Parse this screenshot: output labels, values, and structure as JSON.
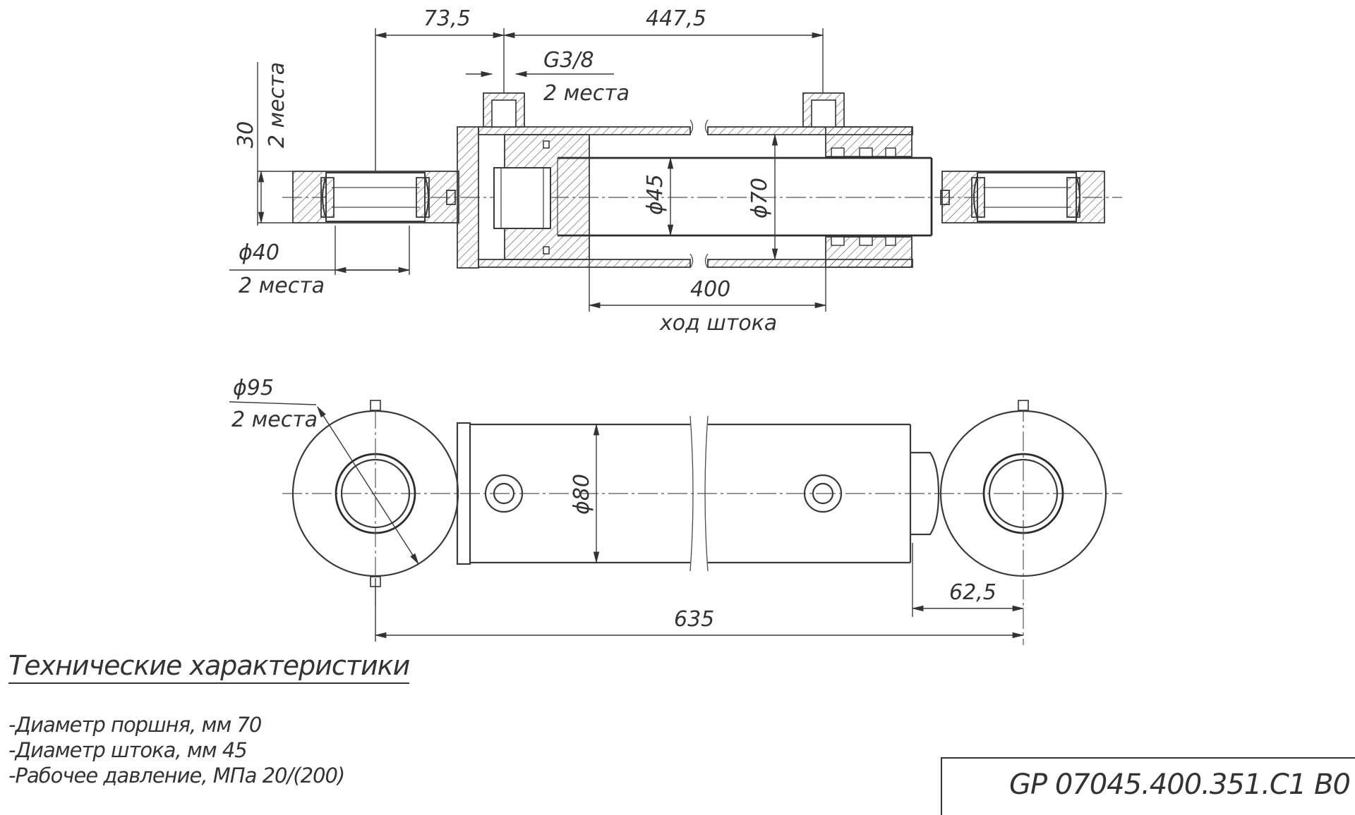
{
  "dimensions": {
    "d_73_5": "73,5",
    "d_447_5": "447,5",
    "thread": "G3/8",
    "thread_qty": "2 места",
    "d_30": "30",
    "d_30_qty": "2 места",
    "d_phi40": "ϕ40",
    "d_phi40_qty": "2 места",
    "d_phi45": "ϕ45",
    "d_phi70": "ϕ70",
    "d_400": "400",
    "stroke_label": "ход штока",
    "d_phi95": "ϕ95",
    "d_phi95_qty": "2 места",
    "d_phi80": "ϕ80",
    "d_62_5": "62,5",
    "d_635": "635"
  },
  "specs": {
    "title": "Технические характеристики",
    "items": [
      "-Диаметр поршня, мм 70",
      "-Диаметр штока, мм 45",
      "-Рабочее давление,  МПа 20/(200)"
    ]
  },
  "stamp": {
    "code": "GP 07045.400.351.C1 B0"
  }
}
